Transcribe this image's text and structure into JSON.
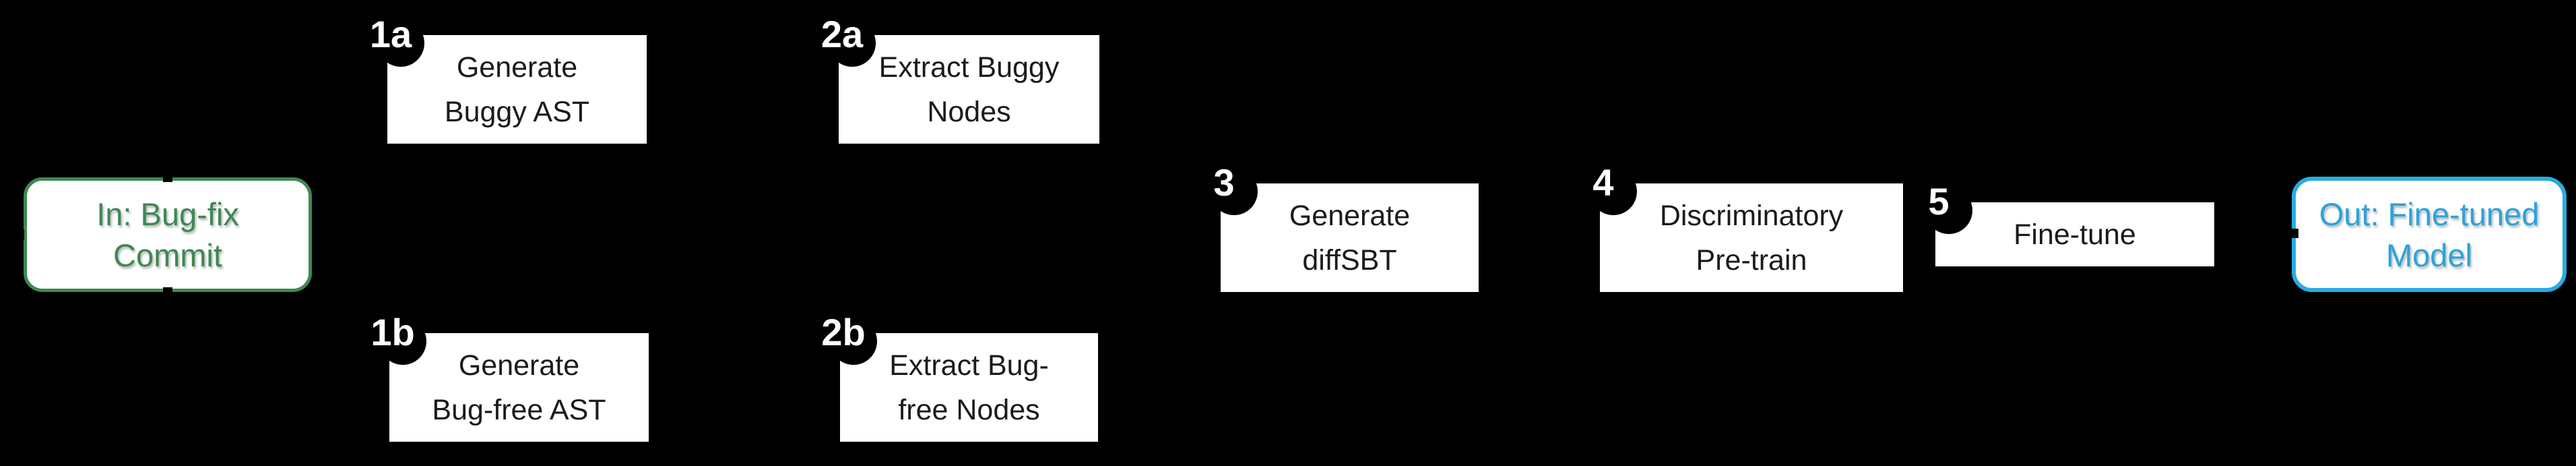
{
  "diagram": {
    "canvas_background": "#000000",
    "box_fill": "#ffffff",
    "step_text_color": "#1b1b1b",
    "badge_fill": "#000000",
    "badge_text_color": "#ffffff",
    "nodes": [
      {
        "id": "input",
        "kind": "input",
        "lines": [
          "In: Bug-fix",
          "Commit"
        ],
        "border_color": "#3E8852",
        "text_color": "#3E8852"
      },
      {
        "id": "step-1a",
        "kind": "step",
        "badge": "1a",
        "lines": [
          "Generate",
          "Buggy AST"
        ]
      },
      {
        "id": "step-2a",
        "kind": "step",
        "badge": "2a",
        "lines": [
          "Extract Buggy",
          "Nodes"
        ]
      },
      {
        "id": "step-1b",
        "kind": "step",
        "badge": "1b",
        "lines": [
          "Generate",
          "Bug-free AST"
        ]
      },
      {
        "id": "step-2b",
        "kind": "step",
        "badge": "2b",
        "lines": [
          "Extract Bug-",
          "free Nodes"
        ]
      },
      {
        "id": "step-3",
        "kind": "step",
        "badge": "3",
        "lines": [
          "Generate",
          "diffSBT"
        ]
      },
      {
        "id": "step-4",
        "kind": "step",
        "badge": "4",
        "lines": [
          "Discriminatory",
          "Pre-train"
        ]
      },
      {
        "id": "step-5",
        "kind": "step",
        "badge": "5",
        "lines": [
          "Fine-tune"
        ]
      },
      {
        "id": "output",
        "kind": "output",
        "lines": [
          "Out: Fine-tuned",
          "Model"
        ],
        "border_color": "#29ABE2",
        "text_color": "#29A4DC"
      }
    ]
  }
}
